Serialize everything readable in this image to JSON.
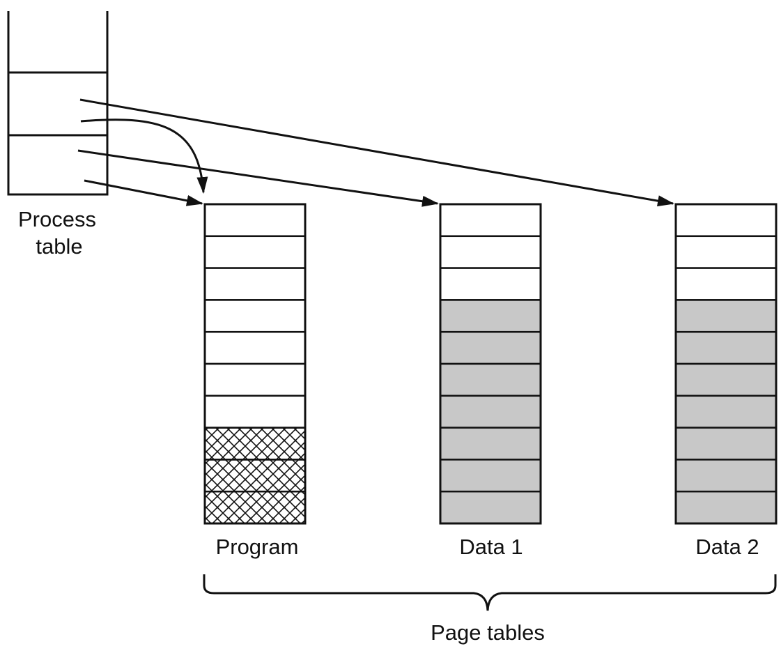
{
  "process_table": {
    "label_line1": "Process",
    "label_line2": "table"
  },
  "page_tables": [
    {
      "label": "Program",
      "cells": [
        "blank",
        "blank",
        "blank",
        "blank",
        "blank",
        "blank",
        "blank",
        "crosshatch",
        "crosshatch",
        "crosshatch"
      ]
    },
    {
      "label": "Data 1",
      "cells": [
        "blank",
        "blank",
        "blank",
        "shaded",
        "shaded",
        "shaded",
        "shaded",
        "shaded",
        "shaded",
        "shaded"
      ]
    },
    {
      "label": "Data 2",
      "cells": [
        "blank",
        "blank",
        "blank",
        "shaded",
        "shaded",
        "shaded",
        "shaded",
        "shaded",
        "shaded",
        "shaded"
      ]
    }
  ],
  "group_label": "Page tables",
  "colors": {
    "stroke": "#111111",
    "blank": "#ffffff",
    "shaded": "#c8c8c8",
    "crosshatch": "#111111"
  }
}
